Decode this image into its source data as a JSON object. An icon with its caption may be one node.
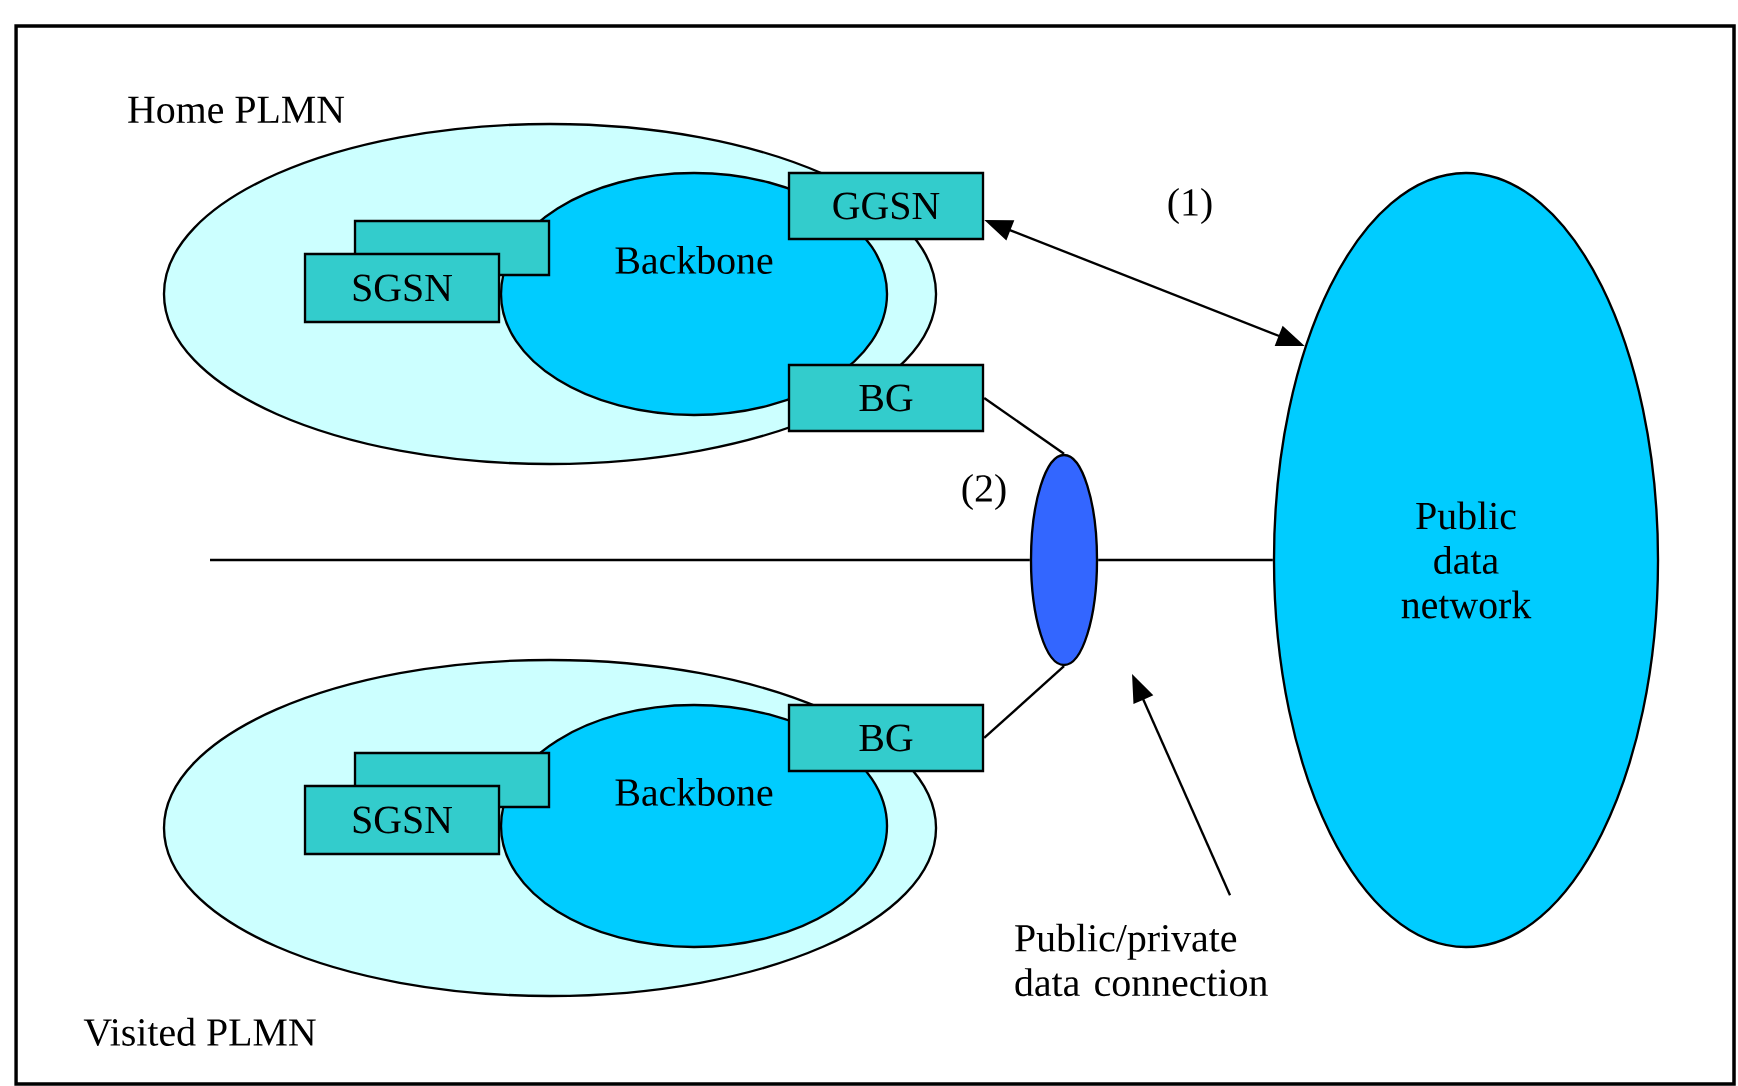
{
  "diagram": {
    "nodes": [
      {
        "text": [
          "Home PLMN"
        ]
      },
      {
        "text": [
          "Backbone"
        ],
        "in": 0
      },
      {
        "text": [],
        "shape": "box",
        "in": 0
      },
      {
        "text": [
          "SGSN"
        ],
        "in": 0
      },
      {
        "text": [
          "GGSN"
        ]
      },
      {
        "text": [
          "BG"
        ]
      },
      {
        "text": [
          "Visited PLMN"
        ]
      },
      {
        "text": [
          "Backbone"
        ],
        "in": 6
      },
      {
        "text": [],
        "shape": "box",
        "in": 6
      },
      {
        "text": [
          "SGSN"
        ],
        "in": 6
      },
      {
        "text": [
          "BG"
        ]
      },
      {
        "text": [],
        "shape": "ellipse",
        "beside": [
          "(2)"
        ]
      },
      {
        "text": [
          "Public data network"
        ]
      },
      {
        "text": [
          "Public/private data connection"
        ]
      }
    ],
    "edges": [
      {
        "from": 4,
        "to": 12,
        "arrow": "both",
        "label": "(1)"
      },
      {
        "from": 5,
        "to": 11,
        "arrow": "none"
      },
      {
        "from": 10,
        "to": 11,
        "arrow": "none"
      },
      {
        "from": null,
        "to": 11,
        "arrow": "none"
      },
      {
        "from": 11,
        "to": 12,
        "arrow": "none"
      },
      {
        "from": 13,
        "to": null,
        "arrow": "to"
      }
    ]
  }
}
